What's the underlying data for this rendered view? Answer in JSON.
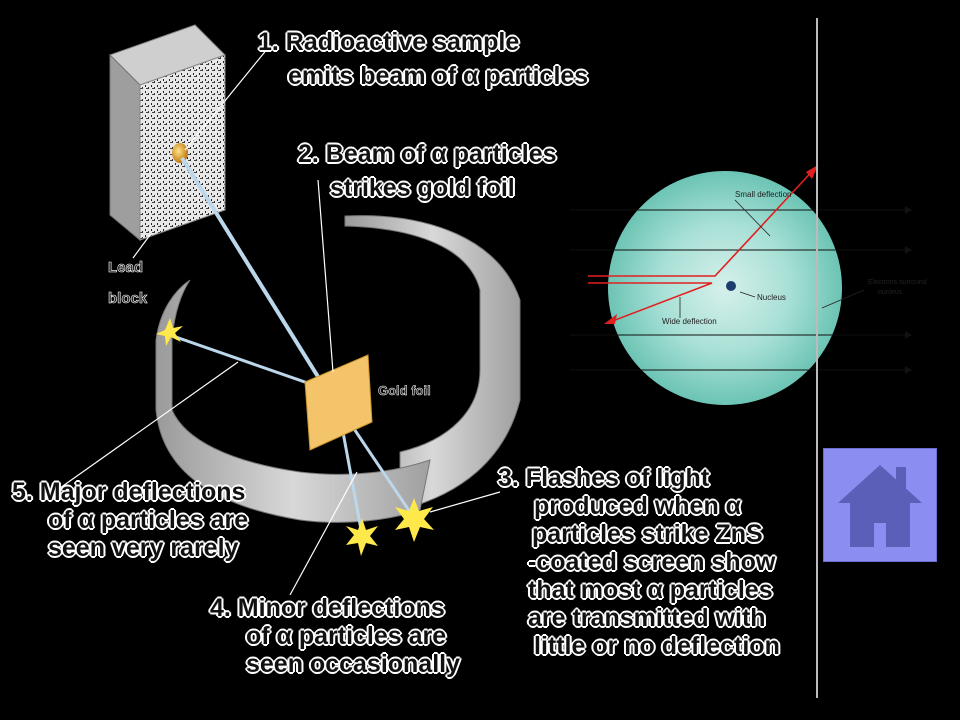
{
  "captions": {
    "step1_line1": "1. Radioactive sample",
    "step1_line2": "emits beam of α particles",
    "step2_line1": "2. Beam of α particles",
    "step2_line2": "strikes gold foil",
    "step3_lines": [
      "3. Flashes of light",
      "produced when α",
      "particles strike ZnS",
      "-coated screen show",
      "that most α particles",
      "are transmitted with",
      "little or no deflection"
    ],
    "step4_lines": [
      "4. Minor deflections",
      "of α particles are",
      "seen occasionally"
    ],
    "step5_lines": [
      "5. Major deflections",
      "of α particles are",
      "seen very rarely"
    ]
  },
  "apparatus_labels": {
    "lead_block_line1": "Lead",
    "lead_block_line2": "block",
    "gold_foil": "Gold foil"
  },
  "atom_labels": {
    "small_deflection": "Small deflection",
    "wide_deflection": "Wide deflection",
    "nucleus": "Nucleus",
    "electrons_line1": "Electrons surround",
    "electrons_line2": "nucleus"
  },
  "colors": {
    "background": "#000000",
    "atom_fill": "#8fd3c6",
    "deflection_red": "#e02020",
    "gold_foil": "#f4c46a",
    "home_button": "#8b8ef0",
    "home_icon": "#5b5fb8"
  },
  "icons": {
    "home": "home-icon"
  }
}
